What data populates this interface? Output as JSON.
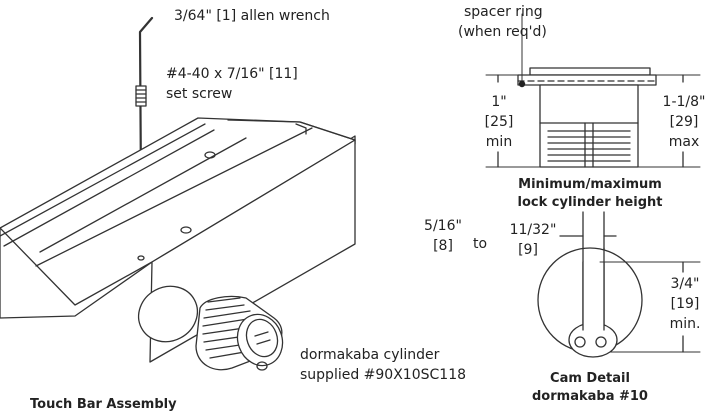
{
  "labels": {
    "allen_wrench": "3/64\" [1] allen wrench",
    "set_screw_1": "#4-40 x 7/16\" [11]",
    "set_screw_2": "set screw",
    "spacer_ring_1": "spacer ring",
    "spacer_ring_2": "(when req'd)",
    "min_height_in": "1\"",
    "min_height_mm": "[25]",
    "min_height_word": "min",
    "max_height_in": "1-1/8\"",
    "max_height_mm": "[29]",
    "max_height_word": "max",
    "height_caption_1": "Minimum/maximum",
    "height_caption_2": "lock cylinder height",
    "cam_width_min_in": "5/16\"",
    "cam_width_min_mm": "[8]",
    "cam_width_to": "to",
    "cam_width_max_in": "11/32\"",
    "cam_width_max_mm": "[9]",
    "cam_length_in": "3/4\"",
    "cam_length_mm": "[19]",
    "cam_length_word": "min.",
    "cylinder_1": "dormakaba cylinder",
    "cylinder_2": "supplied #90X10SC118",
    "cam_caption_1": "Cam Detail",
    "cam_caption_2": "dormakaba #10",
    "assembly_caption": "Touch Bar Assembly"
  }
}
